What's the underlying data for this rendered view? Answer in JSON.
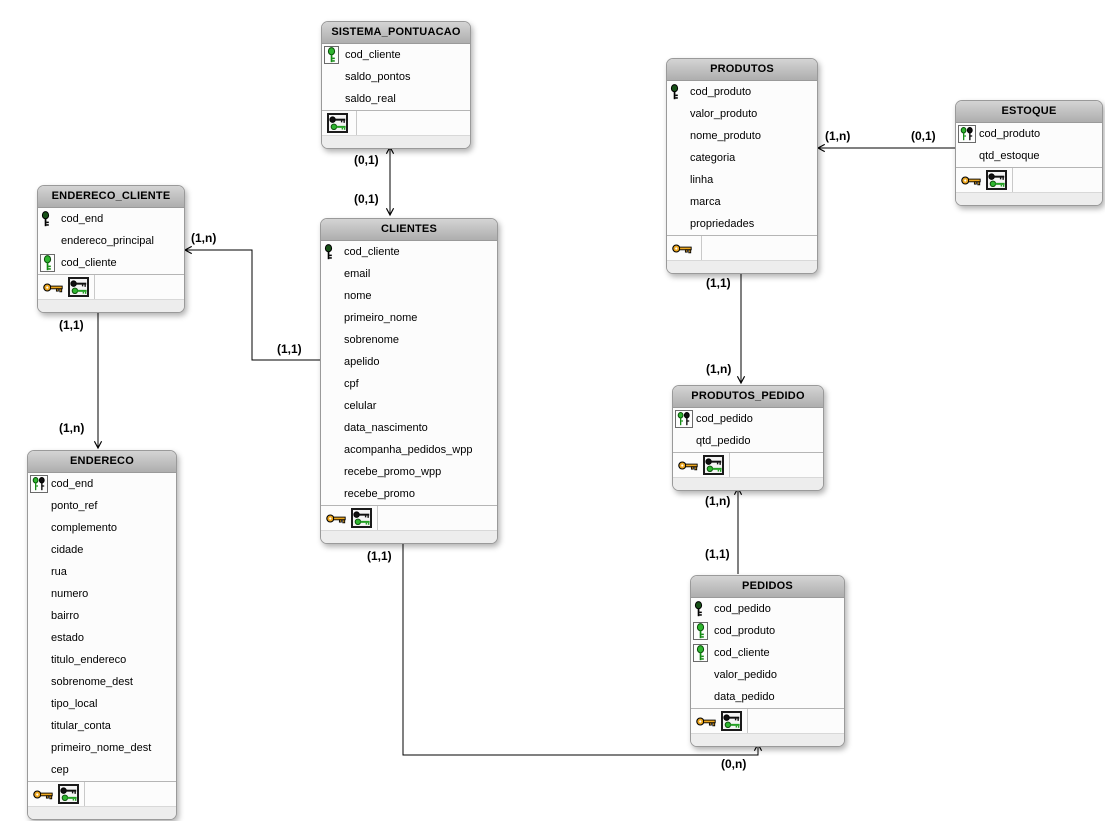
{
  "diagram": {
    "type": "entity-relationship-diagram",
    "colors": {
      "key_green": "#2fb52f",
      "key_orange": "#eda71f",
      "table_header_gray": "#bfbfbf",
      "canvas": "#ffffff",
      "line": "#000000"
    }
  },
  "tables": [
    {
      "name": "SISTEMA_PONTUACAO",
      "fields": [
        {
          "name": "cod_cliente",
          "icon": "foreign-key-icon"
        },
        {
          "name": "saldo_pontos",
          "icon": null
        },
        {
          "name": "saldo_real",
          "icon": null
        }
      ],
      "footer_icons": [
        "keys-icon"
      ]
    },
    {
      "name": "PRODUTOS",
      "fields": [
        {
          "name": "cod_produto",
          "icon": "primary-key-icon"
        },
        {
          "name": "valor_produto",
          "icon": null
        },
        {
          "name": "nome_produto",
          "icon": null
        },
        {
          "name": "categoria",
          "icon": null
        },
        {
          "name": "linha",
          "icon": null
        },
        {
          "name": "marca",
          "icon": null
        },
        {
          "name": "propriedades",
          "icon": null
        }
      ],
      "footer_icons": [
        "index-icon"
      ]
    },
    {
      "name": "ESTOQUE",
      "fields": [
        {
          "name": "cod_produto",
          "icon": "primary-foreign-key-icon"
        },
        {
          "name": "qtd_estoque",
          "icon": null
        }
      ],
      "footer_icons": [
        "index-icon",
        "keys-icon"
      ]
    },
    {
      "name": "ENDERECO_CLIENTE",
      "fields": [
        {
          "name": "cod_end",
          "icon": "primary-key-icon"
        },
        {
          "name": "endereco_principal",
          "icon": null
        },
        {
          "name": "cod_cliente",
          "icon": "foreign-key-icon"
        }
      ],
      "footer_icons": [
        "index-icon",
        "keys-icon"
      ]
    },
    {
      "name": "CLIENTES",
      "fields": [
        {
          "name": "cod_cliente",
          "icon": "primary-key-icon"
        },
        {
          "name": "email",
          "icon": null
        },
        {
          "name": "nome",
          "icon": null
        },
        {
          "name": "primeiro_nome",
          "icon": null
        },
        {
          "name": "sobrenome",
          "icon": null
        },
        {
          "name": "apelido",
          "icon": null
        },
        {
          "name": "cpf",
          "icon": null
        },
        {
          "name": "celular",
          "icon": null
        },
        {
          "name": "data_nascimento",
          "icon": null
        },
        {
          "name": "acompanha_pedidos_wpp",
          "icon": null
        },
        {
          "name": "recebe_promo_wpp",
          "icon": null
        },
        {
          "name": "recebe_promo",
          "icon": null
        }
      ],
      "footer_icons": [
        "index-icon",
        "keys-icon"
      ]
    },
    {
      "name": "PRODUTOS_PEDIDO",
      "fields": [
        {
          "name": "cod_pedido",
          "icon": "primary-foreign-key-icon"
        },
        {
          "name": "qtd_pedido",
          "icon": null
        }
      ],
      "footer_icons": [
        "index-icon",
        "keys-icon"
      ]
    },
    {
      "name": "ENDERECO",
      "fields": [
        {
          "name": "cod_end",
          "icon": "primary-foreign-key-icon"
        },
        {
          "name": "ponto_ref",
          "icon": null
        },
        {
          "name": "complemento",
          "icon": null
        },
        {
          "name": "cidade",
          "icon": null
        },
        {
          "name": "rua",
          "icon": null
        },
        {
          "name": "numero",
          "icon": null
        },
        {
          "name": "bairro",
          "icon": null
        },
        {
          "name": "estado",
          "icon": null
        },
        {
          "name": "titulo_endereco",
          "icon": null
        },
        {
          "name": "sobrenome_dest",
          "icon": null
        },
        {
          "name": "tipo_local",
          "icon": null
        },
        {
          "name": "titular_conta",
          "icon": null
        },
        {
          "name": "primeiro_nome_dest",
          "icon": null
        },
        {
          "name": "cep",
          "icon": null
        }
      ],
      "footer_icons": [
        "index-icon",
        "keys-icon"
      ]
    },
    {
      "name": "PEDIDOS",
      "fields": [
        {
          "name": "cod_pedido",
          "icon": "primary-key-icon"
        },
        {
          "name": "cod_produto",
          "icon": "foreign-key-icon"
        },
        {
          "name": "cod_cliente",
          "icon": "foreign-key-icon"
        },
        {
          "name": "valor_pedido",
          "icon": null
        },
        {
          "name": "data_pedido",
          "icon": null
        }
      ],
      "footer_icons": [
        "index-icon",
        "keys-icon"
      ]
    }
  ],
  "relationships": [
    {
      "table_a": "SISTEMA_PONTUACAO",
      "card_a": "(0,1)",
      "table_b": "CLIENTES",
      "card_b": "(0,1)"
    },
    {
      "table_a": "ENDERECO_CLIENTE",
      "card_a": "(1,n)",
      "table_b": "CLIENTES",
      "card_b": "(1,1)"
    },
    {
      "table_a": "ENDERECO_CLIENTE",
      "card_a": "(1,1)",
      "table_b": "ENDERECO",
      "card_b": "(1,n)"
    },
    {
      "table_a": "PRODUTOS",
      "card_a": "(1,n)",
      "table_b": "ESTOQUE",
      "card_b": "(0,1)"
    },
    {
      "table_a": "PRODUTOS",
      "card_a": "(1,1)",
      "table_b": "PRODUTOS_PEDIDO",
      "card_b": "(1,n)"
    },
    {
      "table_a": "PRODUTOS_PEDIDO",
      "card_a": "(1,n)",
      "table_b": "PEDIDOS",
      "card_b": "(1,1)"
    },
    {
      "table_a": "CLIENTES",
      "card_a": "(1,1)",
      "table_b": "PEDIDOS",
      "card_b": "(0,n)"
    }
  ]
}
